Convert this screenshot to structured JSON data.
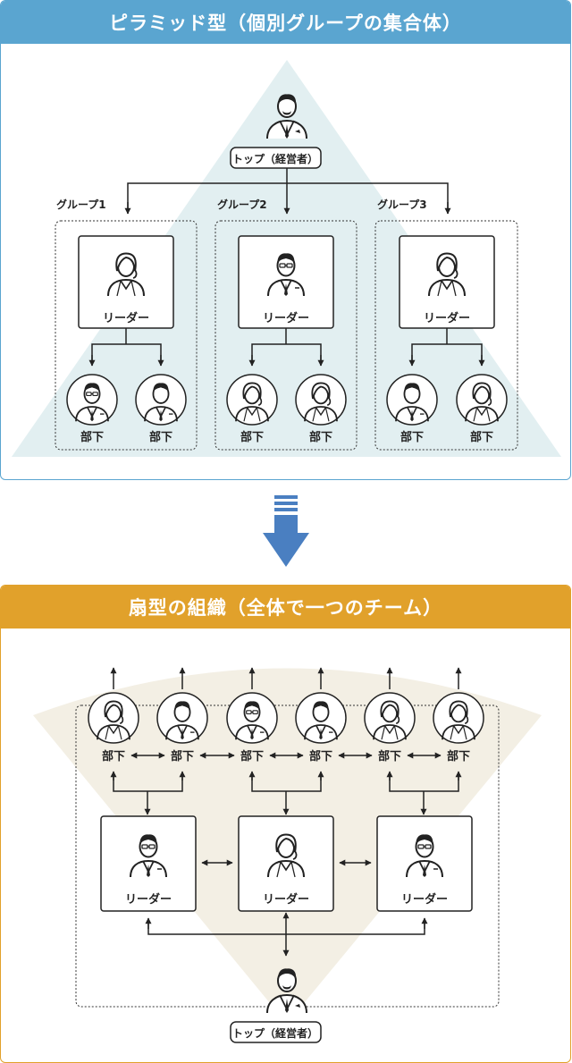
{
  "pyramid": {
    "title": "ピラミッド型（個別グループの集合体）",
    "top_label": "トップ（経営者）",
    "groups": [
      {
        "label": "グループ1",
        "leader": "リーダー",
        "members": [
          "部下",
          "部下"
        ]
      },
      {
        "label": "グループ2",
        "leader": "リーダー",
        "members": [
          "部下",
          "部下"
        ]
      },
      {
        "label": "グループ3",
        "leader": "リーダー",
        "members": [
          "部下",
          "部下"
        ]
      }
    ]
  },
  "fan": {
    "title": "扇型の組織（全体で一つのチーム）",
    "top_label": "トップ（経営者）",
    "leaders": [
      "リーダー",
      "リーダー",
      "リーダー"
    ],
    "members": [
      "部下",
      "部下",
      "部下",
      "部下",
      "部下",
      "部下"
    ]
  },
  "colors": {
    "pyramid_accent": "#5aa5d0",
    "pyramid_fill": "#e2eff1",
    "fan_accent": "#e1a12b",
    "fan_fill": "#f3efe4",
    "transition_arrow": "#4a7fc1"
  }
}
